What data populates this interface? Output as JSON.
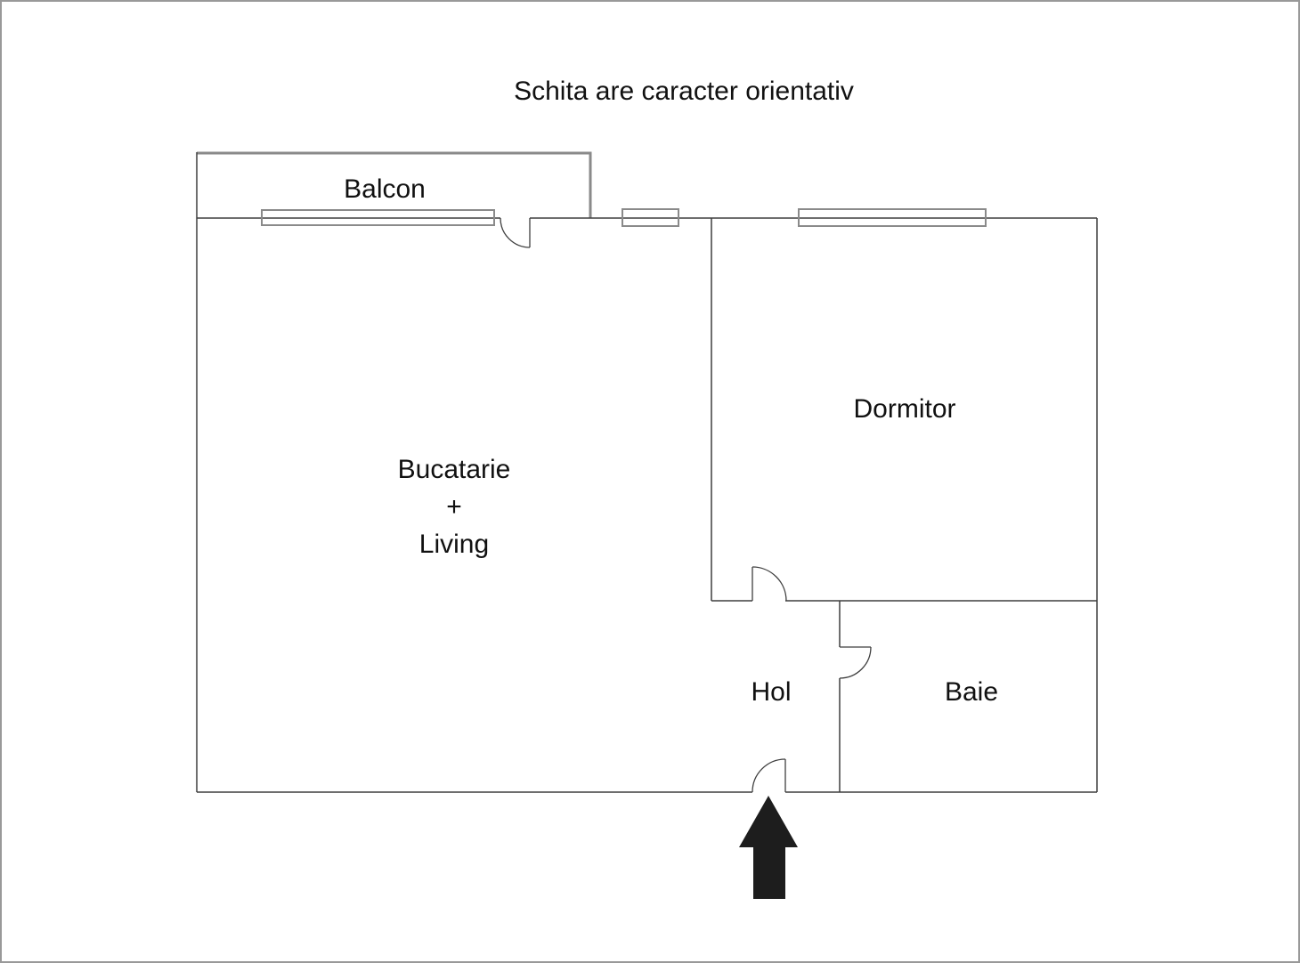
{
  "title": "Schita are caracter orientativ",
  "rooms": {
    "balcony": {
      "label": "Balcon"
    },
    "kitchen_living": {
      "line1": "Bucatarie",
      "line2": "+",
      "line3": "Living"
    },
    "bedroom": {
      "label": "Dormitor"
    },
    "hall": {
      "label": "Hol"
    },
    "bathroom": {
      "label": "Baie"
    }
  },
  "colors": {
    "wall": "#3f3f3f",
    "balcony_and_windows": "#8a8a8a",
    "entrance_arrow": "#1d1d1d",
    "text": "#111111",
    "canvas_border": "#999999",
    "background": "#ffffff"
  }
}
